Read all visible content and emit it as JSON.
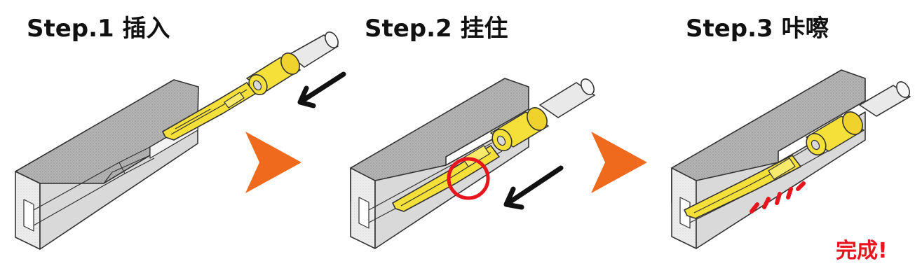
{
  "steps": [
    {
      "title": "Step.1  插入"
    },
    {
      "title": "Step.2  挂住"
    },
    {
      "title": "Step.3  咔嚓"
    }
  ],
  "done_label": "完成!",
  "colors": {
    "housing_top": "#a8a8a8",
    "housing_front": "#e6e6e6",
    "terminal_yellow": "#f5e03a",
    "wire": "#e9e9e9",
    "flow_arrow": "#f06a1e",
    "motion_arrow": "#111111",
    "highlight_red": "#e8141e"
  },
  "icons": {
    "flow": "chevron-right-icon",
    "motion": "arrow-down-left-icon",
    "highlight": "circle-highlight-icon",
    "click": "click-burst-icon"
  }
}
